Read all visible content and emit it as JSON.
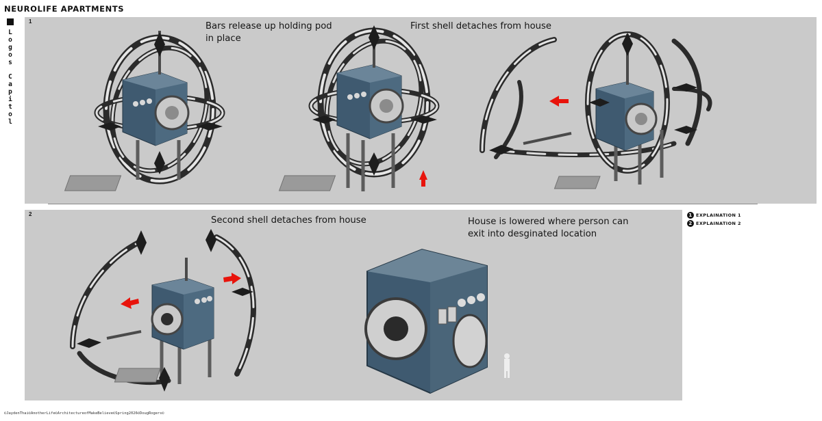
{
  "header": {
    "title": "NEUROLIFE APARTMENTS"
  },
  "sidebar": {
    "letters": [
      "L",
      "o",
      "g",
      "o",
      "s",
      "",
      "C",
      "a",
      "p",
      "i",
      "t",
      "o",
      "l"
    ]
  },
  "panel1": {
    "number": "1",
    "caption_a": "Bars release up holding pod in place",
    "caption_b": "First shell detaches from house"
  },
  "panel2": {
    "number": "2",
    "caption_a": "Second shell detaches from house",
    "caption_b": "House is lowered where person can exit into desginated location"
  },
  "legend": [
    {
      "badge": "1",
      "label": "EXPLAINATION 1"
    },
    {
      "badge": "2",
      "label": "EXPLAINATION 2"
    }
  ],
  "footer": {
    "credit": "©JaydenThai©AnotherLife©ArchitectureofMakeBelieve©Spring2026©DougRogers©"
  },
  "colors": {
    "panel": "#cacaca",
    "pod": "#3f5a70",
    "arrow": "#e8140c"
  }
}
